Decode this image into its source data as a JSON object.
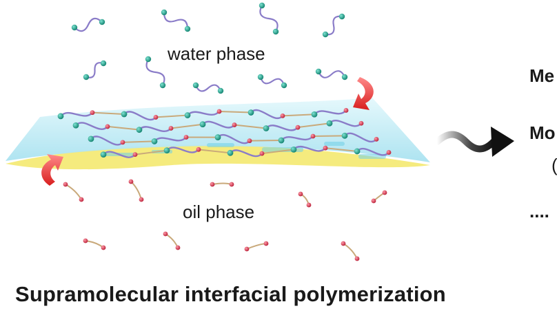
{
  "labels": {
    "water_phase": "water phase",
    "oil_phase": "oil phase",
    "caption": "Supramolecular interfacial polymerization"
  },
  "right_panel": {
    "line1": "Me",
    "line2": "Mo",
    "line3": "(",
    "line4": "...."
  },
  "colors": {
    "water_bead": "#1fa58f",
    "oil_bead": "#e0405a",
    "water_linker": "#8a7cc8",
    "oil_linker": "#c9a97a",
    "membrane": "#bfe9f3",
    "interface": "#f3e98a",
    "flow_arrow": "#e23a3a",
    "process_arrow": "#111111"
  },
  "icons": {
    "process_arrow": "wavy-arrow-icon",
    "flow_arrow": "curved-arrow-icon"
  }
}
